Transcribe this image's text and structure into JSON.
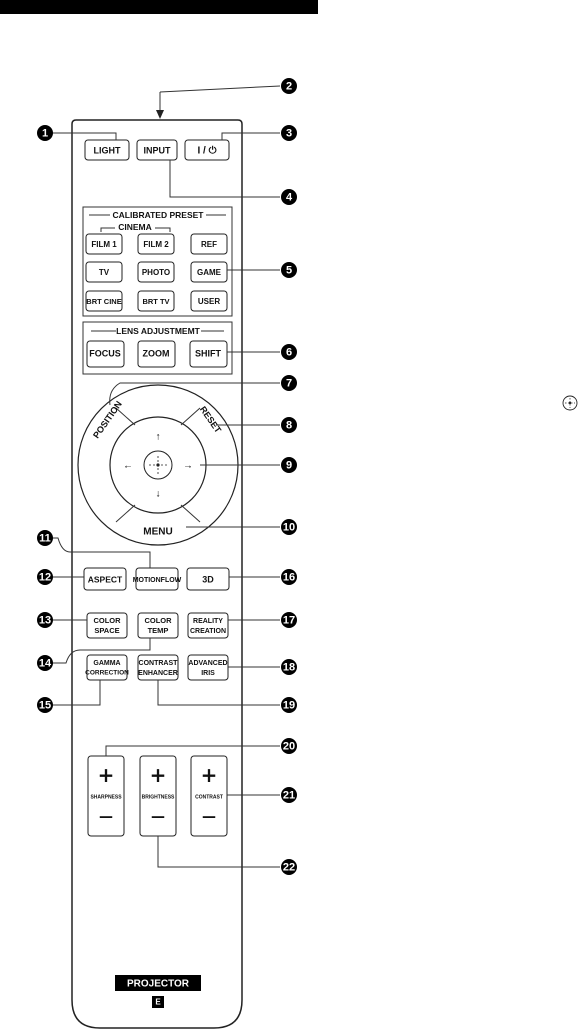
{
  "remote": {
    "brand_label": "PROJECTOR",
    "model_mark": "E",
    "buttons": {
      "light": "LIGHT",
      "input": "INPUT",
      "power": "I / ⏻",
      "film1": "FILM 1",
      "film2": "FILM 2",
      "ref": "REF",
      "tv": "TV",
      "photo": "PHOTO",
      "game": "GAME",
      "brt_cine": "BRT CINE",
      "brt_tv": "BRT TV",
      "user": "USER",
      "focus": "FOCUS",
      "zoom": "ZOOM",
      "shift": "SHIFT",
      "position": "POSITION",
      "reset": "RESET",
      "menu": "MENU",
      "aspect": "ASPECT",
      "motionflow": "MOTIONFLOW",
      "three_d": "3D",
      "color_space_1": "COLOR",
      "color_space_2": "SPACE",
      "color_temp_1": "COLOR",
      "color_temp_2": "TEMP",
      "reality_creation_1": "REALITY",
      "reality_creation_2": "CREATION",
      "gamma_correction_1": "GAMMA",
      "gamma_correction_2": "CORRECTION",
      "contrast_enhancer_1": "CONTRAST",
      "contrast_enhancer_2": "ENHANCER",
      "advanced_iris_1": "ADVANCED",
      "advanced_iris_2": "IRIS",
      "sharpness": "SHARPNESS",
      "brightness": "BRIGHTNESS",
      "contrast": "CONTRAST",
      "plus": "+",
      "minus": "—",
      "arrow_up": "↑",
      "arrow_down": "↓",
      "arrow_left": "←",
      "arrow_right": "→"
    },
    "sections": {
      "calibrated_preset": "CALIBRATED PRESET",
      "cinema": "CINEMA",
      "lens_adjustment": "LENS ADJUSTMEMT"
    }
  },
  "callouts": [
    "1",
    "2",
    "3",
    "4",
    "5",
    "6",
    "7",
    "8",
    "9",
    "10",
    "11",
    "12",
    "13",
    "14",
    "15",
    "16",
    "17",
    "18",
    "19",
    "20",
    "21",
    "22"
  ],
  "side_icon": "enter-icon"
}
